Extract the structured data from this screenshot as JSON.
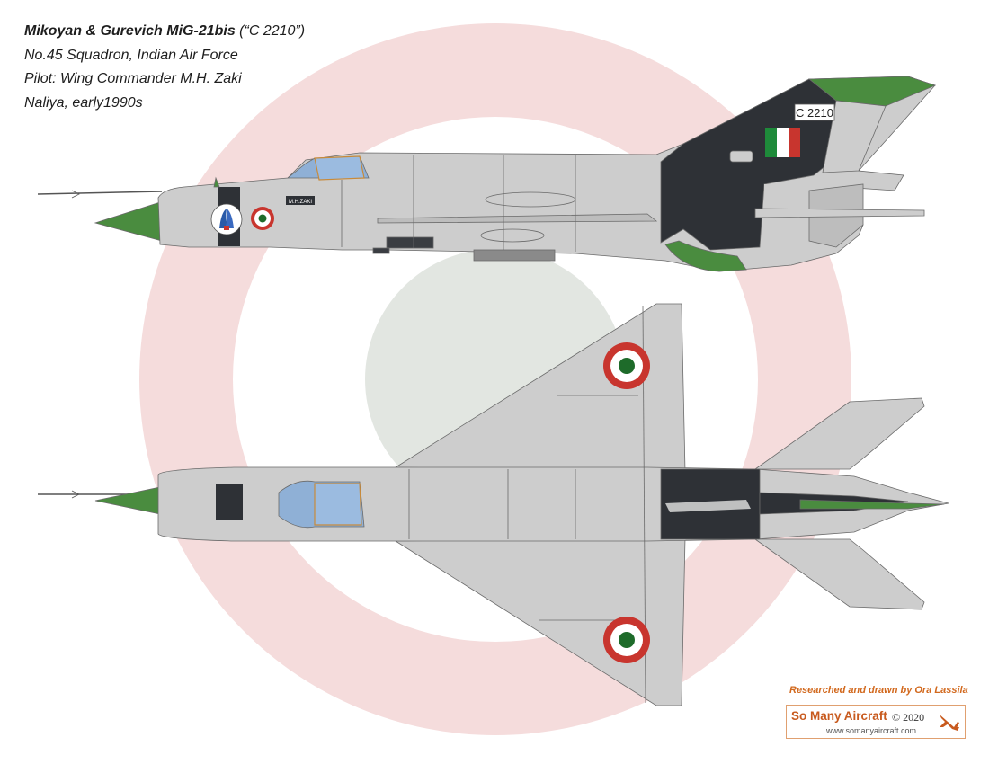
{
  "caption": {
    "aircraft": "Mikoyan & Gurevich MiG-21bis",
    "serial_note": " (“C 2210”)",
    "unit": "No.45 Squadron, Indian Air Force",
    "pilot": "Pilot: Wing Commander M.H. Zaki",
    "location": "Naliya, early1990s"
  },
  "markings": {
    "serial": "C 2210",
    "pilot_name": "M.H.ZAKI"
  },
  "credits": {
    "researched": "Researched and drawn by Ora Lassila",
    "brand": "So Many Aircraft",
    "copyright": "© 2020",
    "url": "www.somanyaircraft.com"
  },
  "colors": {
    "roundel_bg_outer": "#f5dcdc",
    "roundel_bg_mid": "#ffffff",
    "roundel_bg_center": "#e2e6e1",
    "aircraft_grey": "#cdcdcd",
    "dark_camo": "#2e3136",
    "green": "#4a8c3f",
    "canopy": "#8fb0d6",
    "roundel_saffron": "#c8352e",
    "roundel_white": "#ffffff",
    "roundel_green": "#1e6b2a",
    "accent_brand": "#c85a1e"
  }
}
